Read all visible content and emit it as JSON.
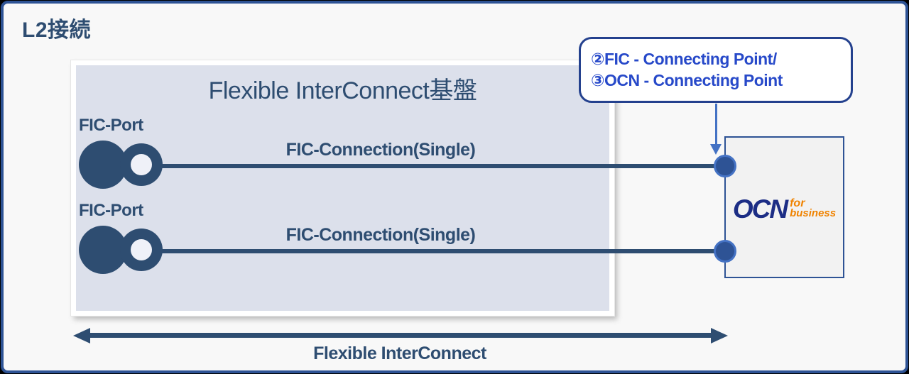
{
  "page": {
    "title": "L2接続"
  },
  "fic_platform": {
    "title": "Flexible InterConnect基盤",
    "ports": [
      {
        "label": "FIC-Port",
        "connection_label": "FIC-Connection(Single)"
      },
      {
        "label": "FIC-Port",
        "connection_label": "FIC-Connection(Single)"
      }
    ]
  },
  "callout": {
    "line1": "②FIC - Connecting Point/",
    "line2": "③OCN - Connecting Point"
  },
  "ocn": {
    "brand": "OCN",
    "sub_top": "for",
    "sub_bottom": "business"
  },
  "bottom": {
    "label": "Flexible InterConnect"
  },
  "colors": {
    "frame_border": "#2e5395",
    "navy_text": "#2e4d71",
    "platform_fill": "#dce0eb",
    "callout_text": "#2749c9",
    "callout_border": "#24418e",
    "pointer_arrow": "#4472c4",
    "connection_point_fill": "#2e5395",
    "connection_point_stroke": "#4472c4",
    "ocn_brand": "#1c2d85",
    "ocn_sub": "#f08300",
    "ocn_box_fill": "#f2f2f2"
  }
}
